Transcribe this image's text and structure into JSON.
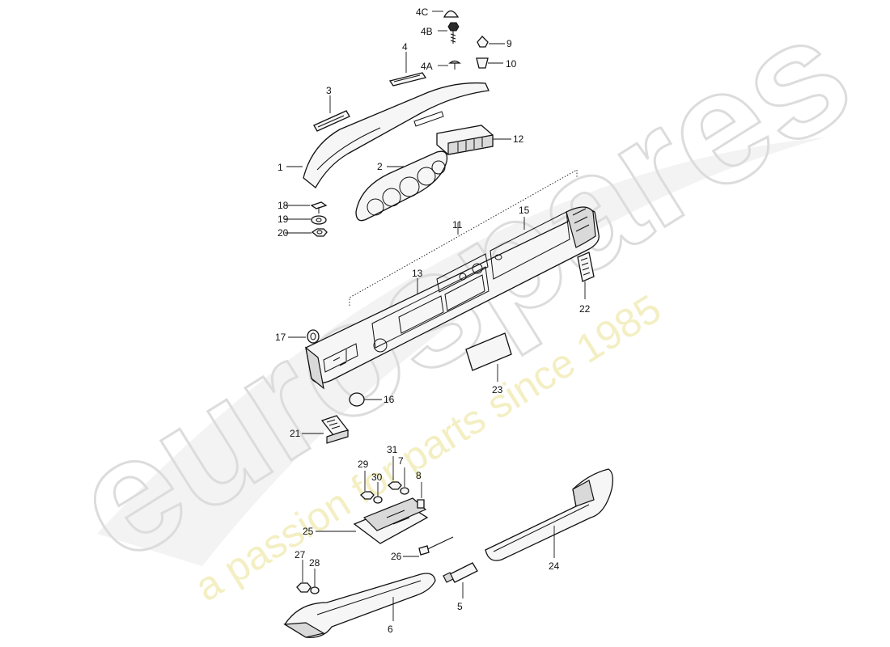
{
  "watermark": {
    "brand": "eurospares",
    "tagline": "a passion for parts since 1985"
  },
  "callouts": [
    "1",
    "2",
    "3",
    "4",
    "4A",
    "4B",
    "4C",
    "5",
    "6",
    "7",
    "8",
    "9",
    "10",
    "11",
    "12",
    "13",
    "15",
    "16",
    "17",
    "18",
    "19",
    "20",
    "21",
    "22",
    "23",
    "24",
    "25",
    "26",
    "27",
    "28",
    "29",
    "30",
    "31"
  ]
}
